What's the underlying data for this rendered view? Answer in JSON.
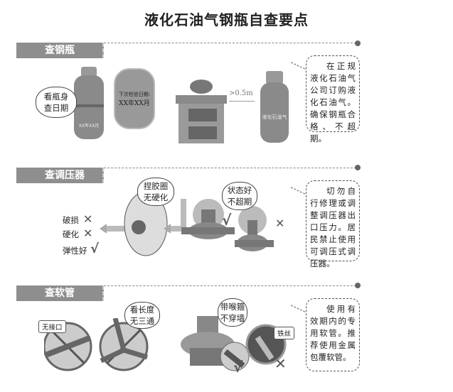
{
  "title": "液化石油气钢瓶自查要点",
  "sections": [
    {
      "heading": "查钢瓶",
      "bubble": [
        "看瓶身",
        "查日期"
      ],
      "zoom_text": [
        "下次检验日期:",
        "XX年XX月"
      ],
      "cylinder_label": "液化石油气",
      "distance": ">0.5m",
      "tip": "在正规液化石油气公司订购液化石油气。确保钢瓶合格、不超期。"
    },
    {
      "heading": "查调压器",
      "bubble1": [
        "捏胶圈",
        "无硬化"
      ],
      "bubble2": [
        "状态好",
        "不超期"
      ],
      "checks": [
        {
          "label": "破损",
          "mark": "✕"
        },
        {
          "label": "硬化",
          "mark": "✕"
        },
        {
          "label": "弹性好",
          "mark": "√"
        }
      ],
      "ok_mark": "√",
      "bad_mark": "✕",
      "tip": "切勿自行修理或调整调压器出口压力。居民禁止使用可调压式调压器。"
    },
    {
      "heading": "查软管",
      "tag1": "无接口",
      "bubble1": [
        "看长度",
        "无三通"
      ],
      "bubble2": [
        "带喉箍",
        "不穿墙"
      ],
      "tag2": "铁丝",
      "ok_mark": "√",
      "bad_mark": "✕",
      "tip": "使用有效期内的专用软管。推荐使用金属包覆软管。"
    }
  ]
}
